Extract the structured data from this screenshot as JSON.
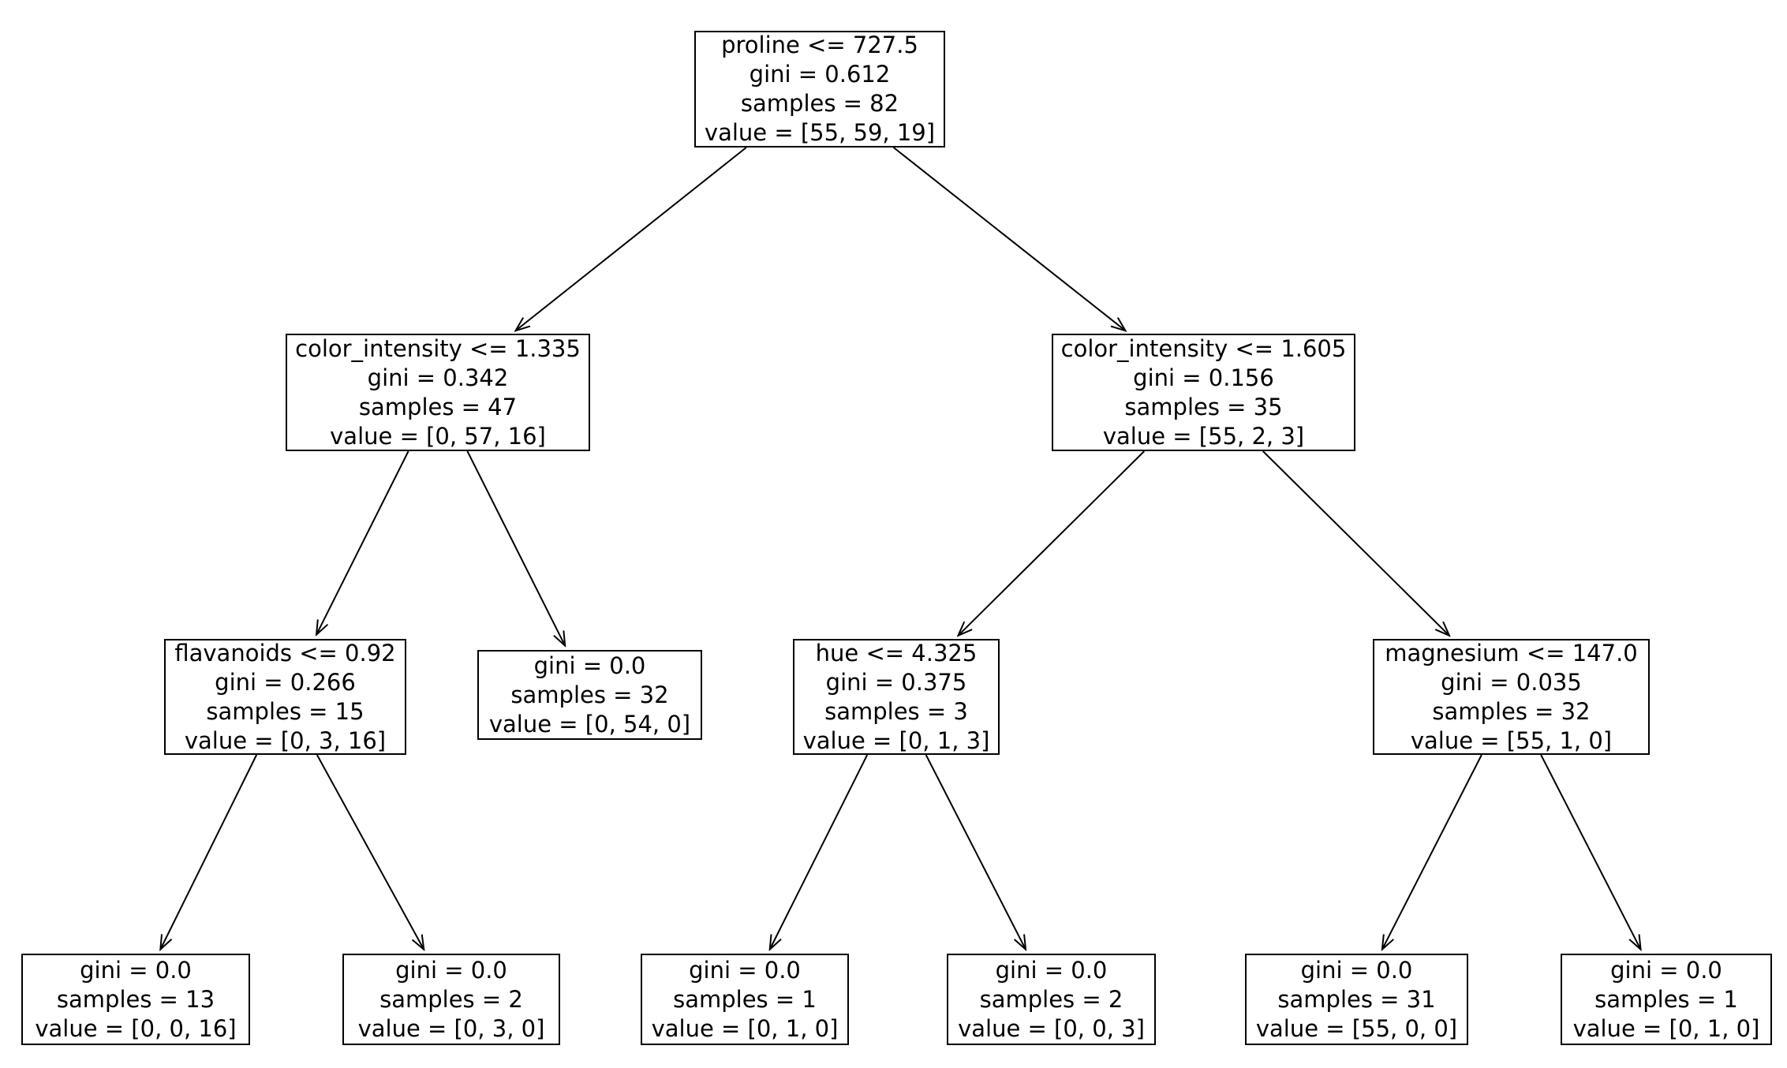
{
  "figure": {
    "type": "decision-tree",
    "background_color": "#ffffff",
    "box_border_color": "#000000",
    "text_color": "#000000",
    "arrow_color": "#000000"
  },
  "tree": {
    "nodes": [
      {
        "id": "root",
        "parent": null,
        "lines": [
          "proline <= 727.5",
          "gini = 0.612",
          "samples = 82",
          "value = [55, 59, 19]"
        ]
      },
      {
        "id": "l",
        "parent": "root",
        "lines": [
          "color_intensity <= 1.335",
          "gini = 0.342",
          "samples = 47",
          "value = [0, 57, 16]"
        ]
      },
      {
        "id": "r",
        "parent": "root",
        "lines": [
          "color_intensity <= 1.605",
          "gini = 0.156",
          "samples = 35",
          "value = [55, 2, 3]"
        ]
      },
      {
        "id": "ll",
        "parent": "l",
        "lines": [
          "flavanoids <= 0.92",
          "gini = 0.266",
          "samples = 15",
          "value = [0, 3, 16]"
        ]
      },
      {
        "id": "lr",
        "parent": "l",
        "lines": [
          "gini = 0.0",
          "samples = 32",
          "value = [0, 54, 0]"
        ]
      },
      {
        "id": "rl",
        "parent": "r",
        "lines": [
          "hue <= 4.325",
          "gini = 0.375",
          "samples = 3",
          "value = [0, 1, 3]"
        ]
      },
      {
        "id": "rr",
        "parent": "r",
        "lines": [
          "magnesium <= 147.0",
          "gini = 0.035",
          "samples = 32",
          "value = [55, 1, 0]"
        ]
      },
      {
        "id": "lll",
        "parent": "ll",
        "lines": [
          "gini = 0.0",
          "samples = 13",
          "value = [0, 0, 16]"
        ]
      },
      {
        "id": "llr",
        "parent": "ll",
        "lines": [
          "gini = 0.0",
          "samples = 2",
          "value = [0, 3, 0]"
        ]
      },
      {
        "id": "rll",
        "parent": "rl",
        "lines": [
          "gini = 0.0",
          "samples = 1",
          "value = [0, 1, 0]"
        ]
      },
      {
        "id": "rlr",
        "parent": "rl",
        "lines": [
          "gini = 0.0",
          "samples = 2",
          "value = [0, 0, 3]"
        ]
      },
      {
        "id": "rrl",
        "parent": "rr",
        "lines": [
          "gini = 0.0",
          "samples = 31",
          "value = [55, 0, 0]"
        ]
      },
      {
        "id": "rrr",
        "parent": "rr",
        "lines": [
          "gini = 0.0",
          "samples = 1",
          "value = [0, 1, 0]"
        ]
      }
    ]
  }
}
